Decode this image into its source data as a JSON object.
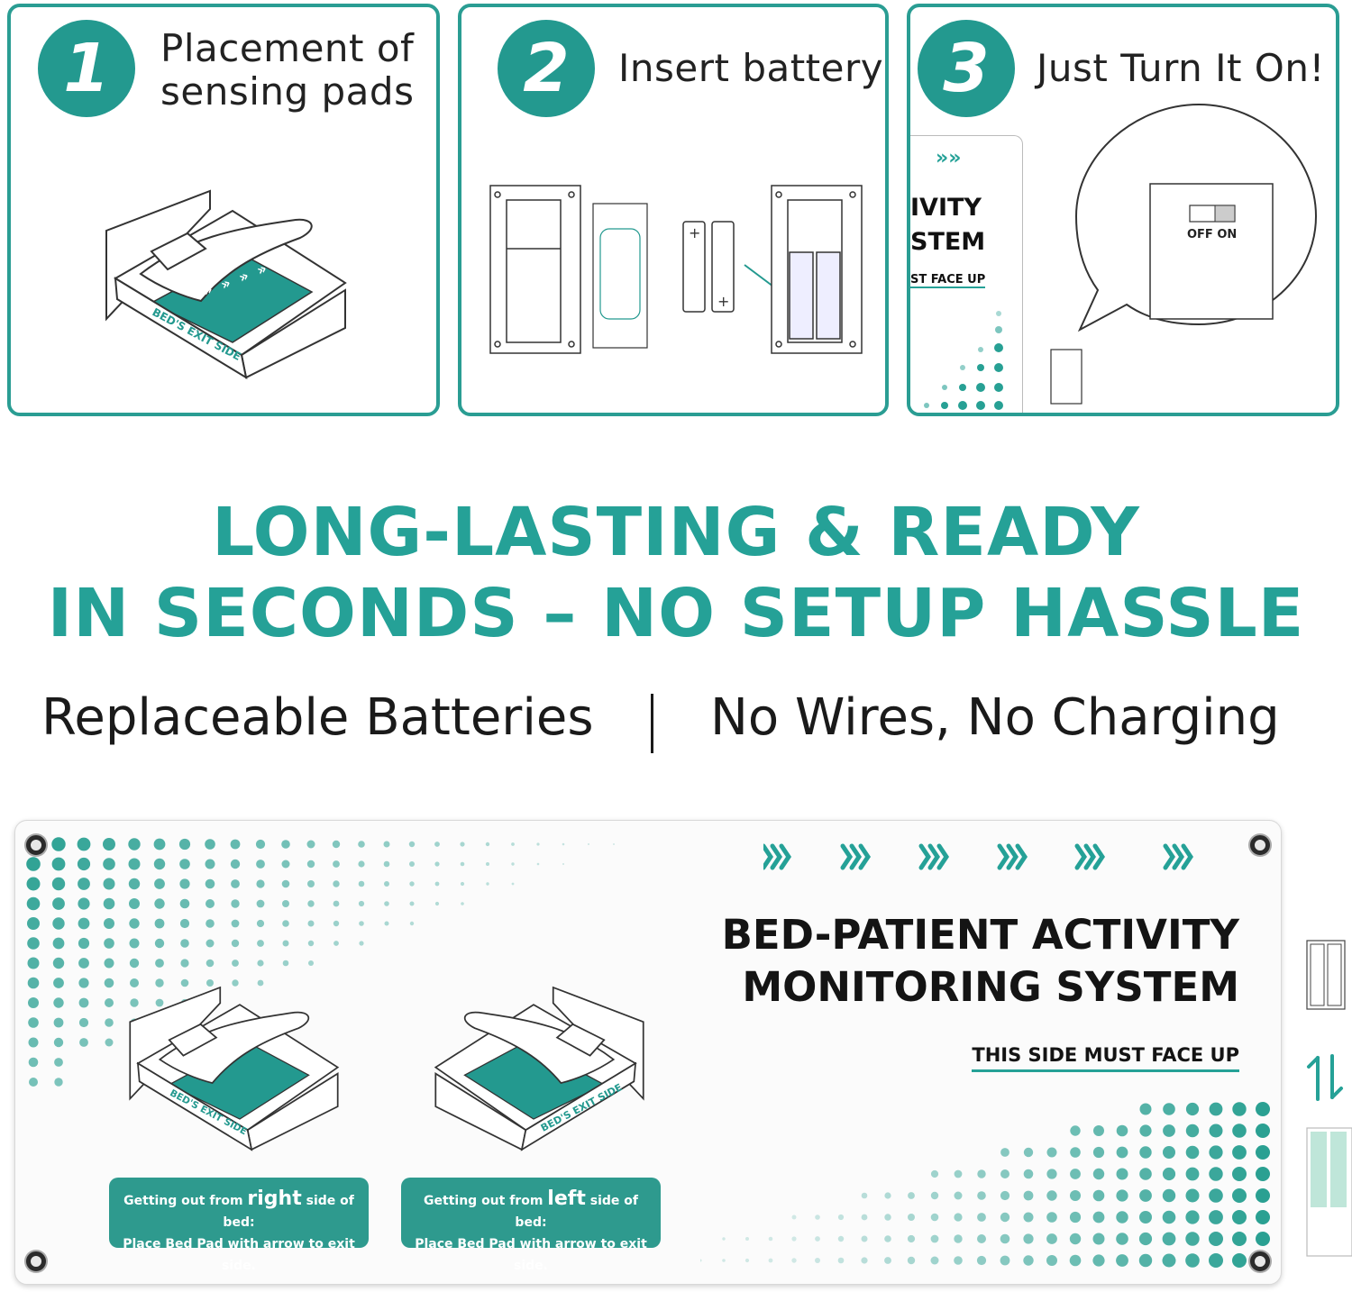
{
  "steps": [
    {
      "number": "1",
      "label_line1": "Placement of",
      "label_line2": "sensing pads",
      "bed_label": "BED'S EXIT SIDE"
    },
    {
      "number": "2",
      "label": "Insert battery"
    },
    {
      "number": "3",
      "label": "Just Turn It On!",
      "switch_label": "OFF ON",
      "fragment_line1": "IVITY",
      "fragment_line2": "STEM",
      "fragment_line3": "ST FACE UP"
    }
  ],
  "headline": {
    "line1": "LONG-LASTING & READY",
    "line2": "IN SECONDS – NO SETUP HASSLE"
  },
  "features": {
    "left": "Replaceable Batteries",
    "right": "No Wires, No Charging"
  },
  "pad": {
    "title_line1": "BED-PATIENT ACTIVITY",
    "title_line2": "MONITORING SYSTEM",
    "face_up": "THIS SIDE MUST FACE UP",
    "bed_label": "BED'S EXIT SIDE",
    "badge_right": {
      "prefix": "Getting out from ",
      "emphasis": "right",
      "suffix": " side of bed:",
      "line2": "Place Bed Pad with arrow to exit side."
    },
    "badge_left": {
      "prefix": "Getting out from ",
      "emphasis": "left",
      "suffix": " side of bed:",
      "line2": "Place Bed Pad with arrow to exit side."
    }
  },
  "colors": {
    "accent": "#25a197",
    "badge": "#2e9a8e",
    "border": "#2a9d93"
  },
  "icons": [
    "bed-icon",
    "battery-icon",
    "switch-icon",
    "chevron-arrows-icon",
    "swap-arrows-icon"
  ]
}
